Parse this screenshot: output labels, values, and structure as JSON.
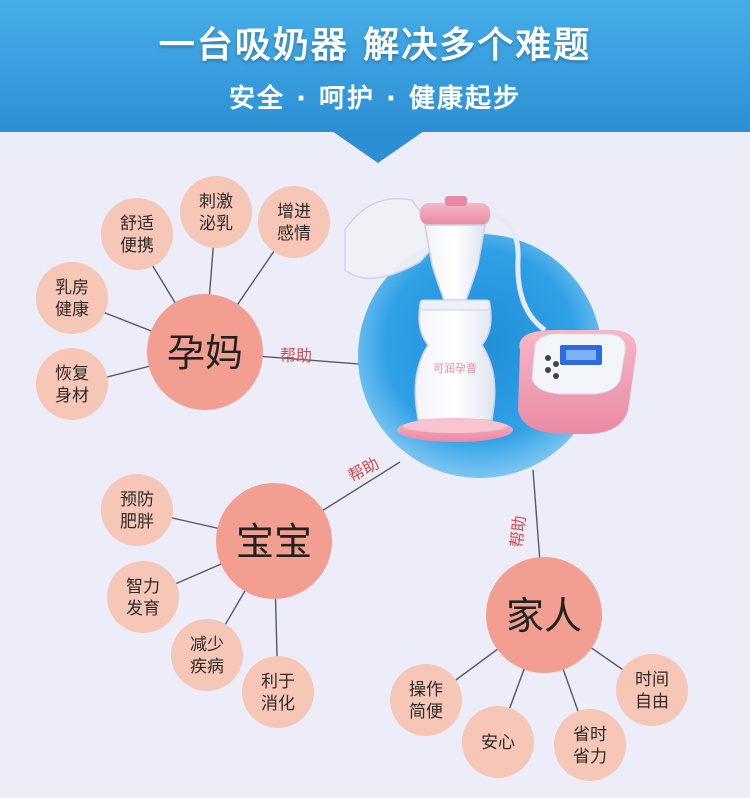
{
  "header": {
    "title": "一台吸奶器 解决多个难题",
    "subtitle": "安全 · 呵护 · 健康起步"
  },
  "help_label": "帮助",
  "product": {
    "brand_text": "可润孕音"
  },
  "hubs": {
    "mom": {
      "label": "孕妈",
      "items": [
        [
          "舒适",
          "便携"
        ],
        [
          "刺激",
          "泌乳"
        ],
        [
          "增进",
          "感情"
        ],
        [
          "乳房",
          "健康"
        ],
        [
          "恢复",
          "身材"
        ]
      ]
    },
    "baby": {
      "label": "宝宝",
      "items": [
        [
          "预防",
          "肥胖"
        ],
        [
          "智力",
          "发育"
        ],
        [
          "减少",
          "疾病"
        ],
        [
          "利于",
          "消化"
        ]
      ]
    },
    "family": {
      "label": "家人",
      "items": [
        [
          "操作",
          "简便"
        ],
        [
          "安心"
        ],
        [
          "省时",
          "省力"
        ],
        [
          "时间",
          "自由"
        ]
      ]
    }
  },
  "colors": {
    "banner": "#2d8fd3",
    "background": "#ecedf9",
    "hub_circle": "#f29f92",
    "item_circle": "#f6c6b6",
    "help_text": "#d44b4b"
  }
}
